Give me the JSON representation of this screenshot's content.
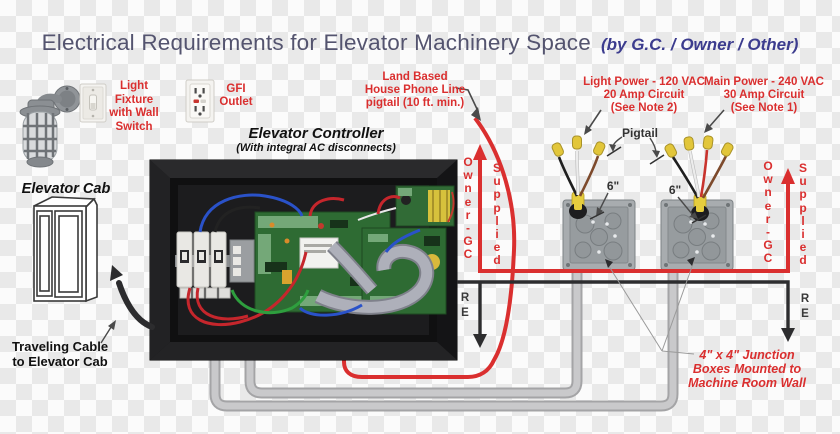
{
  "title": {
    "main": "Electrical Requirements for Elevator Machinery Space",
    "byline": "(by G.C. / Owner / Other)"
  },
  "equipment_labels": {
    "light_fixture": "Light\nFixture\nwith Wall\nSwitch",
    "gfi_outlet": "GFI\nOutlet",
    "controller_title": "Elevator Controller",
    "controller_sub": "(With integral AC disconnects)",
    "elevator_cab": "Elevator Cab",
    "traveling_cable": "Traveling Cable\nto Elevator Cab",
    "junction_boxes": "4\" x 4\" Junction\nBoxes Mounted to\nMachine Room Wall"
  },
  "circuit_labels": {
    "phone_line": "Land Based\nHouse Phone Line\npigtail (10 ft. min.)",
    "light_power": "Light Power - 120 VAC\n20 Amp Circuit\n(See Note 2)",
    "main_power": "Main Power - 240 VAC\n30 Amp Circuit\n(See Note 1)",
    "pigtail": "Pigtail",
    "six_inch": "6\""
  },
  "vertical_labels": {
    "owner_gc": "O\nw\nn\ne\nr\n-\nG\nC",
    "supplied": "S\nu\np\np\nl\ni\ne\nd",
    "re": "R\nE"
  },
  "colors": {
    "label_red": "#da2f2f",
    "title_text": "#54546f",
    "byline_blue": "#3c3c8e",
    "wire_red": "#da2f2f",
    "wire_black": "#2d2d2f",
    "conduit_gray": "#c9c9cb",
    "wire_nut_yellow": "#e2c63a",
    "junction_box_gray": "#a8acaf"
  }
}
